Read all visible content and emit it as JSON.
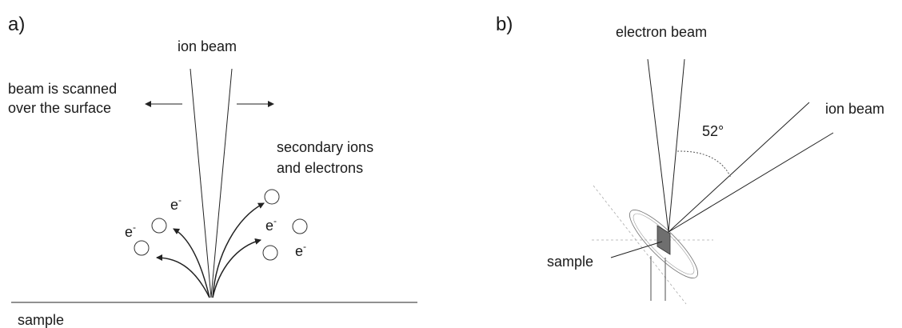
{
  "panel_a": {
    "label": "a)",
    "ion_beam_label": "ion beam",
    "scan_label_line1": "beam is scanned",
    "scan_label_line2": "over the surface",
    "secondary_label_line1": "secondary ions",
    "secondary_label_line2": "and electrons",
    "sample_label": "sample",
    "electron_symbol": "e",
    "electron_superscript": "-"
  },
  "panel_b": {
    "label": "b)",
    "electron_beam_label": "electron beam",
    "ion_beam_label": "ion beam",
    "angle_label": "52°",
    "sample_label": "sample"
  }
}
